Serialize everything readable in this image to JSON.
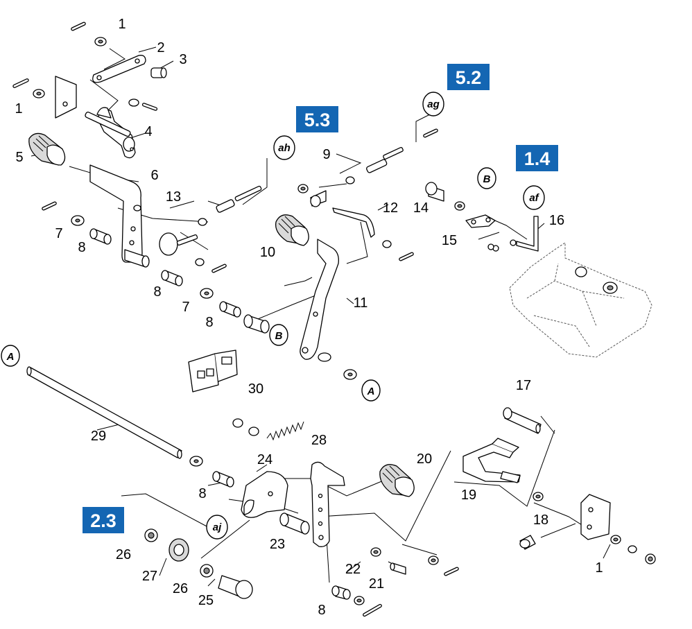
{
  "diagram": {
    "part_numbers": {
      "p1a": "1",
      "p1b": "1",
      "p1c": "1",
      "p2": "2",
      "p3": "3",
      "p4": "4",
      "p5": "5",
      "p6": "6",
      "p7a": "7",
      "p7b": "7",
      "p8a": "8",
      "p8b": "8",
      "p8c": "8",
      "p8d": "8",
      "p8e": "8",
      "p9": "9",
      "p10": "10",
      "p11": "11",
      "p12": "12",
      "p13": "13",
      "p14": "14",
      "p15": "15",
      "p16": "16",
      "p17": "17",
      "p18": "18",
      "p19": "19",
      "p20": "20",
      "p21": "21",
      "p22": "22",
      "p23": "23",
      "p24": "24",
      "p25": "25",
      "p26a": "26",
      "p26b": "26",
      "p27": "27",
      "p28": "28",
      "p29": "29",
      "p30": "30"
    },
    "references": {
      "r53": "5.3",
      "r52": "5.2",
      "r14": "1.4",
      "r23": "2.3"
    },
    "badges": {
      "ah": "ah",
      "ag": "ag",
      "af": "af",
      "aj": "aj",
      "A": "A",
      "B": "B"
    },
    "colors": {
      "reference_box": "#1466b3",
      "line": "#000000",
      "background": "#ffffff"
    }
  }
}
